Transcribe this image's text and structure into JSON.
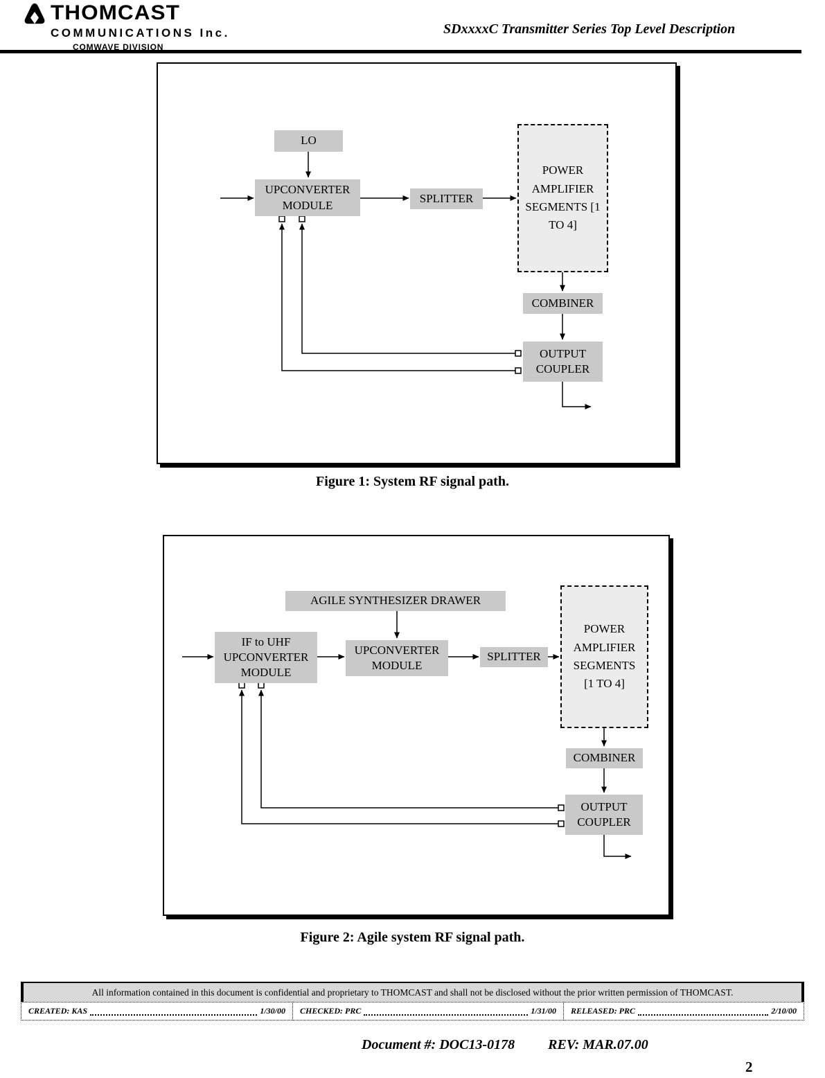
{
  "header": {
    "logo_title": "THOMCAST",
    "logo_subtitle": "COMMUNICATIONS Inc.",
    "logo_division": "COMWAVE DIVISION",
    "doc_title": "SDxxxxC Transmitter Series Top Level Description"
  },
  "figure1": {
    "caption": "Figure 1: System RF signal path.",
    "boxes": {
      "lo": "LO",
      "upconverter": "UPCONVERTER MODULE",
      "splitter": "SPLITTER",
      "power_amplifier": "POWER AMPLIFIER SEGMENTS [1 TO 4]",
      "combiner": "COMBINER",
      "output_coupler": "OUTPUT COUPLER"
    }
  },
  "figure2": {
    "caption": "Figure 2: Agile system RF signal path.",
    "boxes": {
      "agile_synthesizer": "AGILE SYNTHESIZER DRAWER",
      "if_to_uhf_upconverter": "IF to UHF UPCONVERTER MODULE",
      "upconverter": "UPCONVERTER MODULE",
      "splitter": "SPLITTER",
      "power_amplifier": "POWER AMPLIFIER SEGMENTS [1 TO 4]",
      "combiner": "COMBINER",
      "output_coupler": "OUTPUT COUPLER"
    }
  },
  "footer": {
    "confidentiality": "All information contained in this document is confidential and proprietary to THOMCAST and shall not be disclosed without the prior written permission of THOMCAST.",
    "cells": [
      {
        "label": "CREATED: KAS",
        "date": "1/30/00"
      },
      {
        "label": "CHECKED: PRC",
        "date": "1/31/00"
      },
      {
        "label": "RELEASED: PRC",
        "date": "2/10/00"
      }
    ],
    "document_number": "Document #: DOC13-0178",
    "revision": "REV: MAR.07.00",
    "page_number": "2"
  },
  "colors": {
    "box_fill": "#c9c9c9",
    "power_amplifier_fill": "#ececec",
    "confidential_band_fill": "#d9d9d9",
    "line_color": "#000000"
  }
}
